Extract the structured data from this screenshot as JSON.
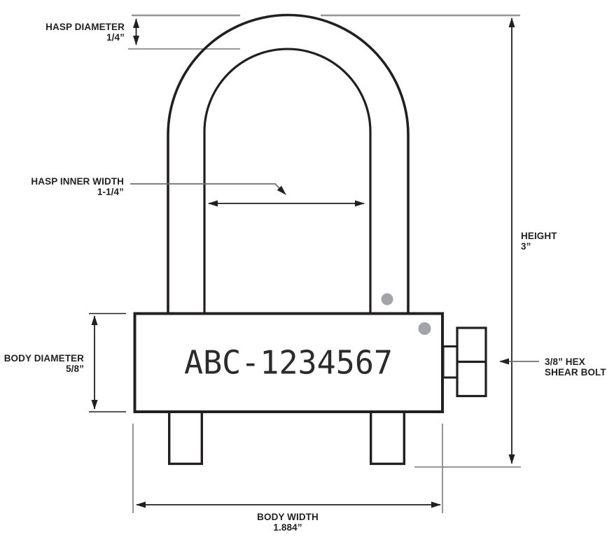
{
  "lock": {
    "engraving": "ABC-1234567"
  },
  "dimensions": {
    "hasp_diameter": {
      "label": "HASP DIAMETER",
      "value": "1/4”"
    },
    "hasp_inner_width": {
      "label": "HASP INNER WIDTH",
      "value": "1-1/4”"
    },
    "body_diameter": {
      "label": "BODY DIAMETER",
      "value": "5/8”"
    },
    "height": {
      "label": "HEIGHT",
      "value": "3”"
    },
    "body_width": {
      "label": "BODY WIDTH",
      "value": "1.884”"
    },
    "shear_bolt": {
      "line1": "3/8” HEX",
      "line2": "SHEAR BOLT"
    }
  },
  "colors": {
    "ink": "#231f20",
    "extension_gray": "#939598",
    "leader_gray": "#6d6e71",
    "dot_gray": "#a2a4a7"
  }
}
